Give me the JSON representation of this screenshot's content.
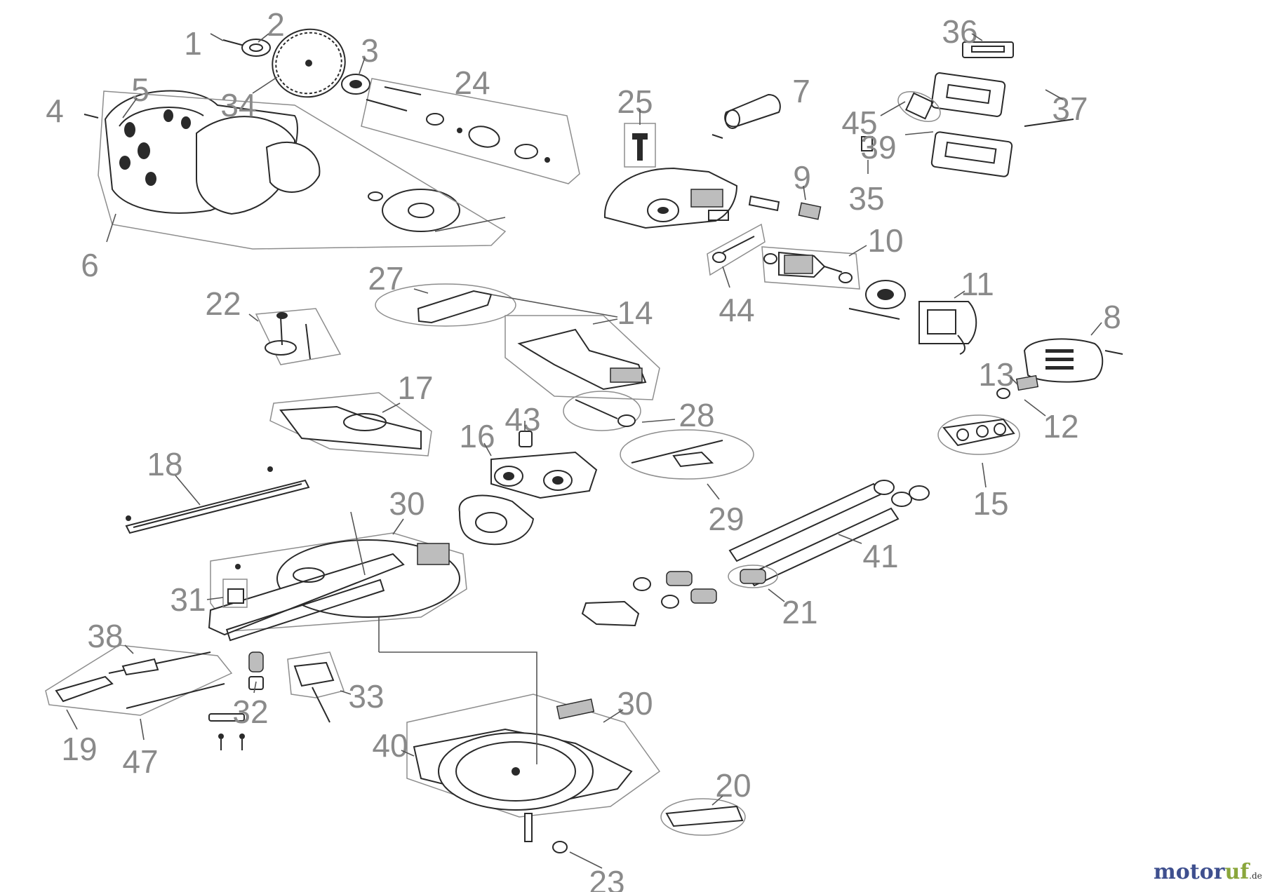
{
  "brand": {
    "name_main": "motor",
    "name_accent": "uf",
    "tld": ".de"
  },
  "parts": [
    {
      "label": "1"
    },
    {
      "label": "2"
    },
    {
      "label": "3"
    },
    {
      "label": "34"
    },
    {
      "label": "24"
    },
    {
      "label": "4"
    },
    {
      "label": "5"
    },
    {
      "label": "6"
    },
    {
      "label": "25"
    },
    {
      "label": "7"
    },
    {
      "label": "36"
    },
    {
      "label": "45"
    },
    {
      "label": "37"
    },
    {
      "label": "39"
    },
    {
      "label": "35"
    },
    {
      "label": "9"
    },
    {
      "label": "10"
    },
    {
      "label": "44"
    },
    {
      "label": "27"
    },
    {
      "label": "14"
    },
    {
      "label": "22"
    },
    {
      "label": "11"
    },
    {
      "label": "8"
    },
    {
      "label": "13"
    },
    {
      "label": "12"
    },
    {
      "label": "17"
    },
    {
      "label": "28"
    },
    {
      "label": "16"
    },
    {
      "label": "43"
    },
    {
      "label": "18"
    },
    {
      "label": "29"
    },
    {
      "label": "15"
    },
    {
      "label": "30"
    },
    {
      "label": "41"
    },
    {
      "label": "31"
    },
    {
      "label": "21"
    },
    {
      "label": "38"
    },
    {
      "label": "32"
    },
    {
      "label": "33"
    },
    {
      "label": "19"
    },
    {
      "label": "47"
    },
    {
      "label": "40"
    },
    {
      "label": "30"
    },
    {
      "label": "20"
    },
    {
      "label": "23"
    }
  ]
}
